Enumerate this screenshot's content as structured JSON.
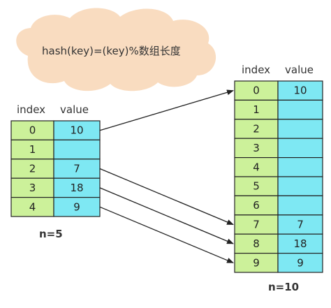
{
  "formula": "hash(key)=(key)%数组长度",
  "small_table": {
    "header_index": "index",
    "header_value": "value",
    "rows": [
      {
        "index": "0",
        "value": "10"
      },
      {
        "index": "1",
        "value": ""
      },
      {
        "index": "2",
        "value": "7"
      },
      {
        "index": "3",
        "value": "18"
      },
      {
        "index": "4",
        "value": "9"
      }
    ],
    "caption": "n=5"
  },
  "large_table": {
    "header_index": "index",
    "header_value": "value",
    "rows": [
      {
        "index": "0",
        "value": "10"
      },
      {
        "index": "1",
        "value": ""
      },
      {
        "index": "2",
        "value": ""
      },
      {
        "index": "3",
        "value": ""
      },
      {
        "index": "4",
        "value": ""
      },
      {
        "index": "5",
        "value": ""
      },
      {
        "index": "6",
        "value": ""
      },
      {
        "index": "7",
        "value": "7"
      },
      {
        "index": "8",
        "value": "18"
      },
      {
        "index": "9",
        "value": "9"
      }
    ],
    "caption": "n=10"
  },
  "mappings": [
    {
      "from": 0,
      "to": 0
    },
    {
      "from": 2,
      "to": 7
    },
    {
      "from": 3,
      "to": 8
    },
    {
      "from": 4,
      "to": 9
    }
  ],
  "colors": {
    "index_cell": "#ccf19a",
    "value_cell": "#7ee8f3",
    "cloud": "#f9dcc0",
    "border": "#222222"
  }
}
